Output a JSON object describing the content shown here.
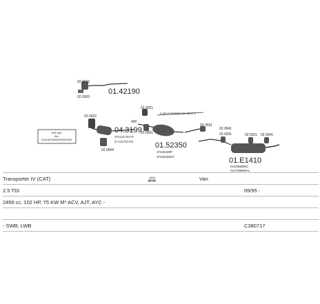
{
  "diagram": {
    "parts": {
      "tailpipe": "01.42190",
      "cat": "04.3199",
      "cat_alt1": "37413170170",
      "cat_alt2": "(7-13170170)",
      "mid": "01.52350",
      "mid_alt1": "37425428P",
      "mid_alt2": "37425428ST",
      "rear": "01.E1410",
      "rear_alt1": "01426586NC",
      "rear_alt2": "01475956NAL"
    },
    "refs": {
      "r1": "02.0022",
      "r2": "02.0003",
      "r3": "02.0022",
      "r4": "02.0004",
      "r5": "02.0021",
      "r6": "02.0051",
      "r7": "02.0031",
      "r8": "02.0031",
      "r9": "02.0031",
      "r10": "02.0041",
      "r11": "02.0041"
    },
    "note_lines": [
      "Sell with",
      "the",
      "01404010000000000000"
    ],
    "banner": "1 set complete see 34 2 1",
    "length_mark": "400"
  },
  "vehicle": {
    "model": "Transporter IV (CAT)",
    "type": "Van",
    "engine": "2.5 TDi",
    "date": "09/95 -",
    "spec": "2459 cc, 102 HP, 75 KW M* ACV, AJT, AYC -",
    "body": "- SWB, LWB",
    "code": "C380717"
  }
}
